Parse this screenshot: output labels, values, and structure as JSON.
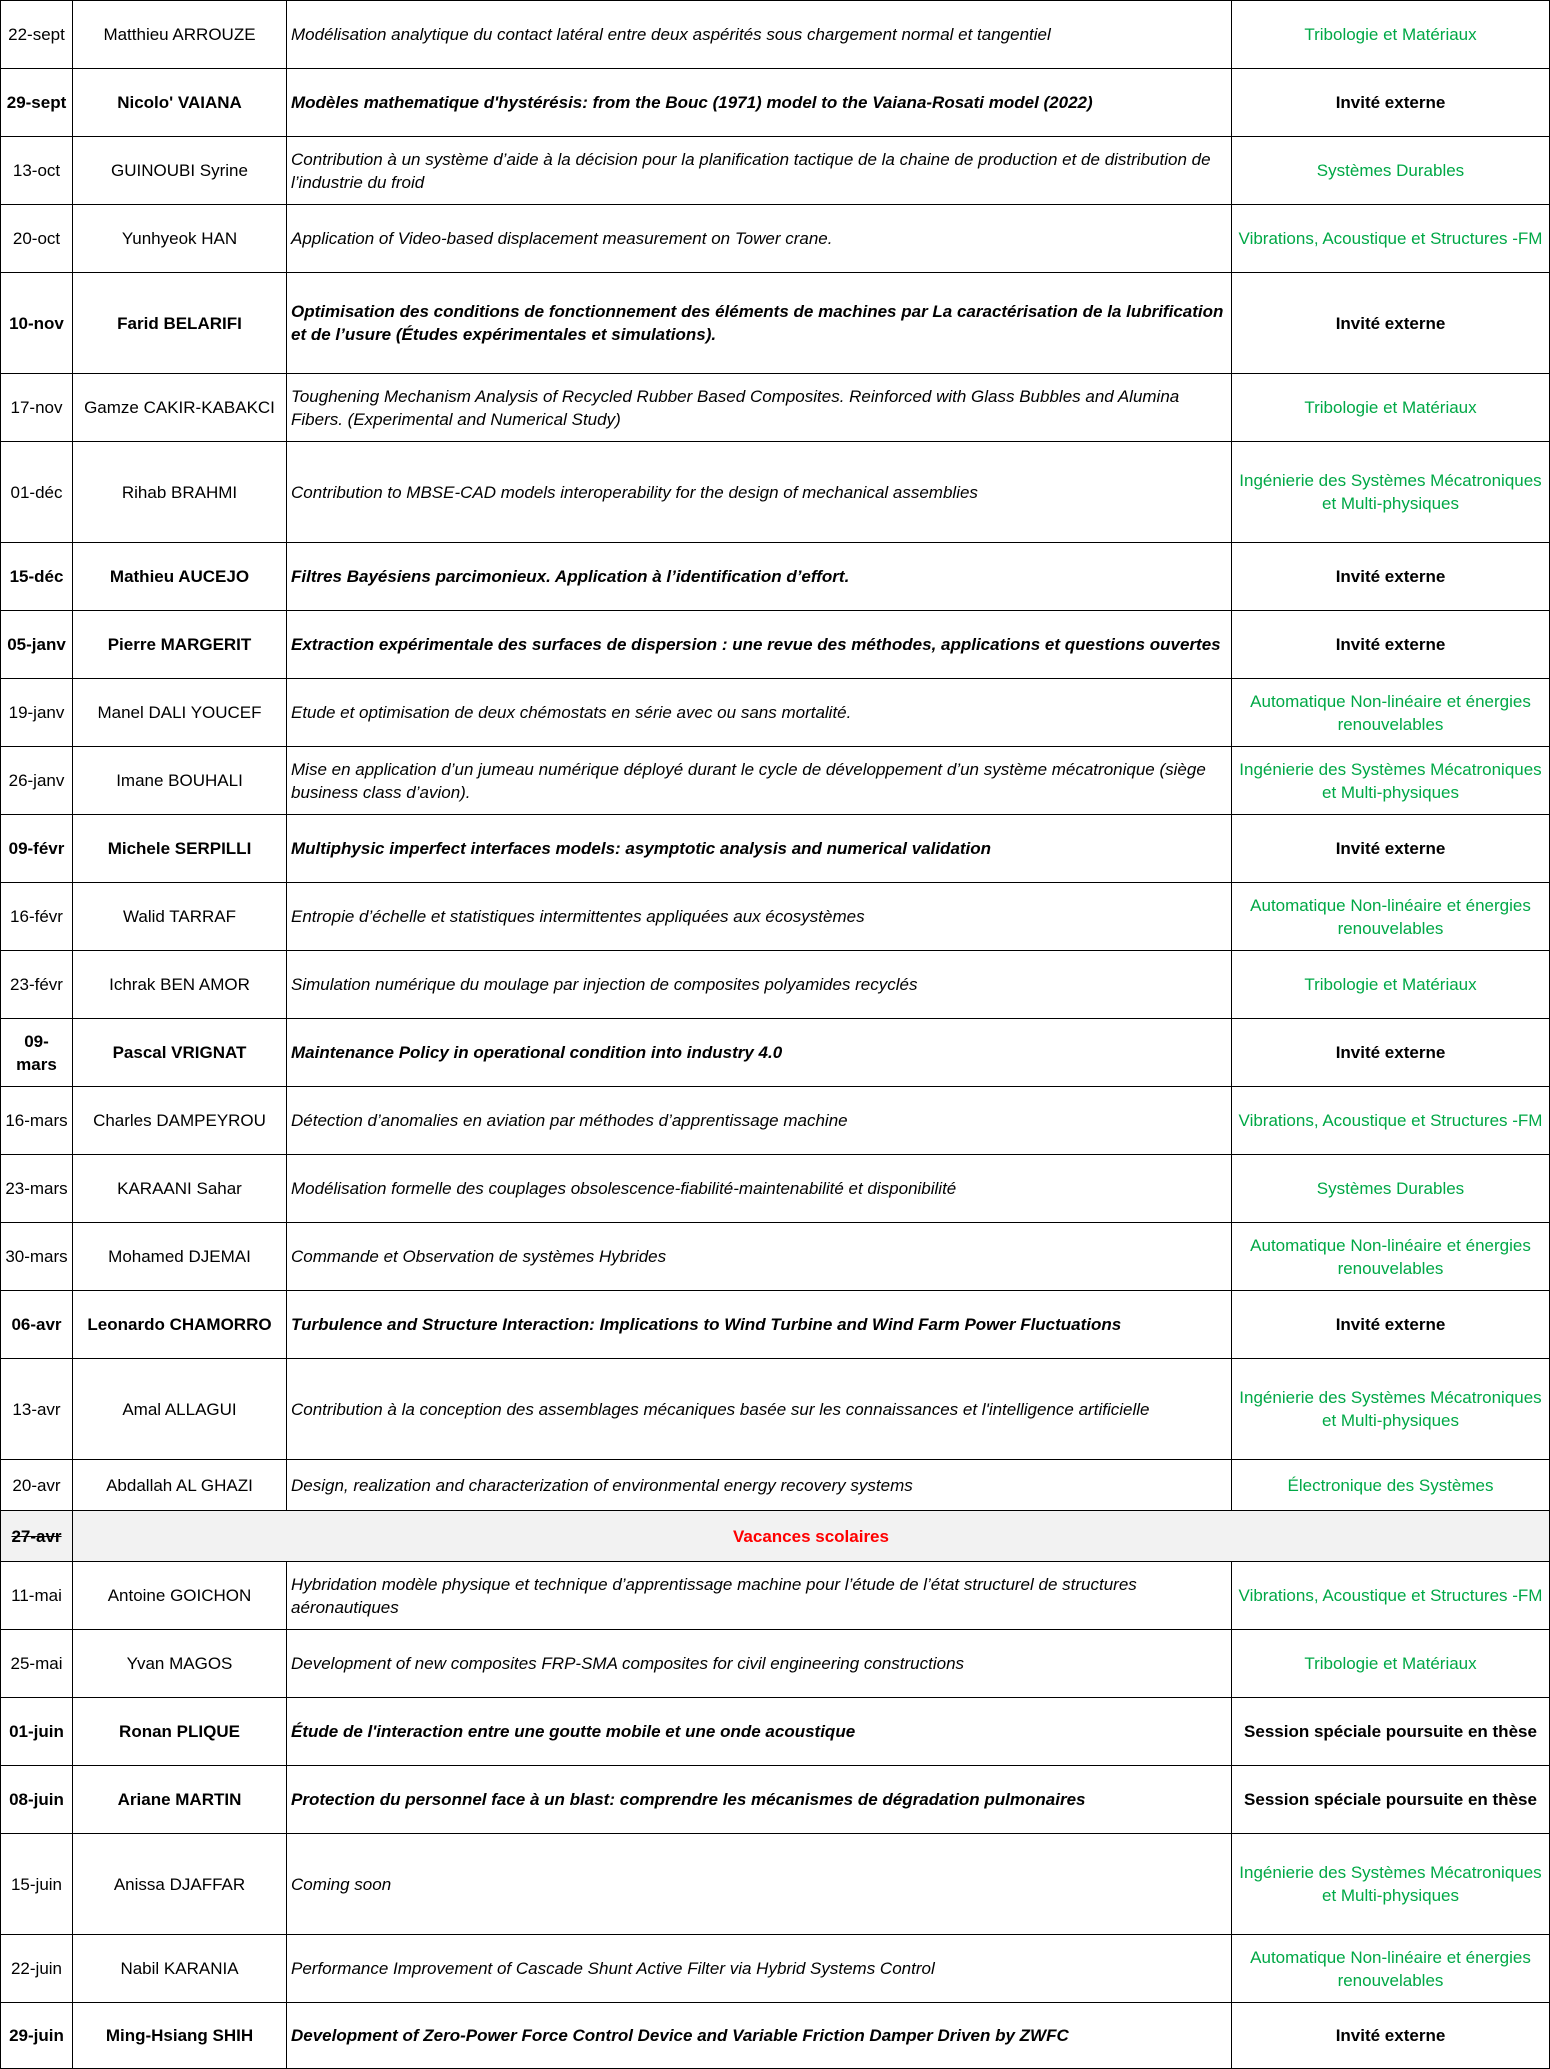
{
  "colors": {
    "team_internal": "#00a846",
    "holiday_text": "#ff0000",
    "holiday_bg": "#f2f2f2"
  },
  "rows": [
    {
      "date": "22-sept",
      "name": "Matthieu ARROUZE",
      "title": "Modélisation analytique du contact latéral entre deux aspérités sous chargement normal et tangentiel",
      "team": "Tribologie et Matériaux",
      "bold": false,
      "h": 68
    },
    {
      "date": "29-sept",
      "name": "Nicolo' VAIANA",
      "title": "Modèles mathematique d'hystérésis: from the Bouc (1971) model to the Vaiana-Rosati model (2022)",
      "team": "Invité externe",
      "bold": true,
      "h": 68
    },
    {
      "date": "13-oct",
      "name": "GUINOUBI Syrine",
      "title": "Contribution à un système d’aide à la décision pour la planification tactique de la chaine de production et de distribution de l’industrie du froid",
      "team": "Systèmes Durables",
      "bold": false,
      "h": 68
    },
    {
      "date": "20-oct",
      "name": "Yunhyeok HAN",
      "title": "Application of Video-based displacement measurement on Tower crane.",
      "team": "Vibrations, Acoustique et Structures -FM",
      "bold": false,
      "h": 68
    },
    {
      "date": "10-nov",
      "name": "Farid BELARIFI",
      "title": "Optimisation des conditions de fonctionnement des éléments de machines par La caractérisation de la lubrification et de l’usure (Études expérimentales et simulations).",
      "team": "Invité externe",
      "bold": true,
      "h": 101
    },
    {
      "date": "17-nov",
      "name": "Gamze CAKIR-KABAKCI",
      "title": "Toughening Mechanism Analysis of Recycled Rubber Based Composites. Reinforced with Glass Bubbles and Alumina Fibers. (Experimental and Numerical Study)",
      "team": "Tribologie et Matériaux",
      "bold": false,
      "h": 68
    },
    {
      "date": "01-déc",
      "name": "Rihab BRAHMI",
      "title": "Contribution to MBSE-CAD models interoperability for the design of mechanical assemblies",
      "team": "Ingénierie des Systèmes Mécatroniques et Multi-physiques",
      "bold": false,
      "h": 101
    },
    {
      "date": "15-déc",
      "name": "Mathieu AUCEJO",
      "title": "Filtres Bayésiens parcimonieux. Application à l’identification d’effort.",
      "team": "Invité externe",
      "bold": true,
      "h": 68
    },
    {
      "date": "05-janv",
      "name": "Pierre MARGERIT",
      "title": "Extraction expérimentale des surfaces de dispersion : une revue des méthodes, applications et questions ouvertes",
      "team": "Invité externe",
      "bold": true,
      "h": 68
    },
    {
      "date": "19-janv",
      "name": "Manel DALI YOUCEF",
      "title": "Etude et optimisation de deux chémostats en série avec ou sans mortalité.",
      "team": "Automatique Non-linéaire et énergies renouvelables",
      "bold": false,
      "h": 68
    },
    {
      "date": "26-janv",
      "name": "Imane BOUHALI",
      "title": "Mise en application d’un jumeau numérique déployé durant le cycle de développement d’un système mécatronique (siège business class d’avion).",
      "team": "Ingénierie des Systèmes Mécatroniques et Multi-physiques",
      "bold": false,
      "h": 68
    },
    {
      "date": "09-févr",
      "name": "Michele SERPILLI",
      "title": "Multiphysic imperfect interfaces models: asymptotic analysis and numerical validation",
      "team": "Invité externe",
      "bold": true,
      "h": 68
    },
    {
      "date": "16-févr",
      "name": "Walid TARRAF",
      "title": "Entropie d’échelle et statistiques intermittentes appliquées aux écosystèmes",
      "team": "Automatique Non-linéaire et énergies renouvelables",
      "bold": false,
      "h": 68
    },
    {
      "date": "23-févr",
      "name": "Ichrak BEN AMOR",
      "title": "Simulation numérique du moulage par injection de composites polyamides recyclés",
      "team": "Tribologie et Matériaux",
      "bold": false,
      "h": 68
    },
    {
      "date": "09-mars",
      "name": "Pascal VRIGNAT",
      "title": "Maintenance Policy in operational condition into industry 4.0",
      "team": "Invité externe",
      "bold": true,
      "h": 68
    },
    {
      "date": "16-mars",
      "name": "Charles DAMPEYROU",
      "title": "Détection d’anomalies en aviation par méthodes d’apprentissage machine",
      "team": "Vibrations, Acoustique et Structures -FM",
      "bold": false,
      "h": 68
    },
    {
      "date": "23-mars",
      "name": "KARAANI Sahar",
      "title": "Modélisation formelle des couplages obsolescence-fiabilité-maintenabilité et disponibilité",
      "team": "Systèmes Durables",
      "bold": false,
      "h": 68
    },
    {
      "date": "30-mars",
      "name": "Mohamed DJEMAI",
      "title": "Commande et Observation de systèmes Hybrides",
      "team": "Automatique Non-linéaire et énergies renouvelables",
      "bold": false,
      "h": 68
    },
    {
      "date": "06-avr",
      "name": "Leonardo CHAMORRO",
      "title": "Turbulence and Structure Interaction: Implications to Wind Turbine and Wind Farm Power Fluctuations",
      "team": "Invité externe",
      "bold": true,
      "h": 68
    },
    {
      "date": "13-avr",
      "name": "Amal ALLAGUI",
      "title": "Contribution à la conception des assemblages mécaniques basée sur les connaissances et l'intelligence artificielle",
      "team": "Ingénierie des Systèmes Mécatroniques et Multi-physiques",
      "bold": false,
      "h": 101
    },
    {
      "date": "20-avr",
      "name": "Abdallah AL GHAZI",
      "title": "Design, realization and characterization of environmental energy recovery systems",
      "team": "Électronique des Systèmes",
      "bold": false,
      "h": 51
    },
    {
      "date": "27-avr",
      "holiday": "Vacances scolaires",
      "h": 51
    },
    {
      "date": "11-mai",
      "name": "Antoine GOICHON",
      "title": "Hybridation modèle physique et technique d’apprentissage machine pour l’étude de l’état structurel de structures aéronautiques",
      "team": "Vibrations, Acoustique et Structures -FM",
      "bold": false,
      "h": 68
    },
    {
      "date": "25-mai",
      "name": "Yvan MAGOS",
      "title": "Development of new composites FRP-SMA composites for civil engineering constructions",
      "team": "Tribologie et Matériaux",
      "bold": false,
      "h": 68
    },
    {
      "date": "01-juin",
      "name": "Ronan PLIQUE",
      "title": "Étude de l'interaction entre une goutte mobile et une onde acoustique",
      "team": "Session spéciale poursuite en thèse",
      "bold": true,
      "h": 68
    },
    {
      "date": "08-juin",
      "name": "Ariane MARTIN",
      "title": "Protection du personnel face à un blast: comprendre les mécanismes de dégradation pulmonaires",
      "team": "Session spéciale poursuite en thèse",
      "bold": true,
      "h": 68
    },
    {
      "date": "15-juin",
      "name": "Anissa DJAFFAR",
      "title": "Coming soon",
      "team": "Ingénierie des Systèmes Mécatroniques et Multi-physiques",
      "bold": false,
      "h": 101
    },
    {
      "date": "22-juin",
      "name": "Nabil KARANIA",
      "title": "Performance Improvement of Cascade Shunt Active Filter via Hybrid Systems Control",
      "team": "Automatique Non-linéaire et énergies renouvelables",
      "bold": false,
      "h": 68
    },
    {
      "date": "29-juin",
      "name": "Ming-Hsiang SHIH",
      "title": "Development of Zero-Power Force Control Device and Variable Friction Damper Driven by ZWFC",
      "team": "Invité externe",
      "bold": true,
      "h": 66
    }
  ]
}
